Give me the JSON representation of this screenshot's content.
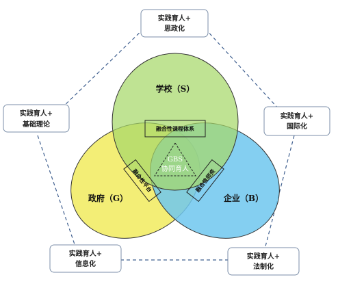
{
  "nodes": {
    "top": {
      "line1": "实践育人+",
      "line2": "思政化"
    },
    "left": {
      "line1": "实践育人+",
      "line2": "基础理论"
    },
    "right": {
      "line1": "实践育人+",
      "line2": "国际化"
    },
    "bottom_left": {
      "line1": "实践育人+",
      "line2": "信息化"
    },
    "bottom_right": {
      "line1": "实践育人+",
      "line2": "法制化"
    }
  },
  "sets": {
    "school": {
      "label": "学校（S）",
      "color": "#a6d86a"
    },
    "government": {
      "label": "政府（G）",
      "color": "#f1ec63"
    },
    "enterprise": {
      "label": "企业（B）",
      "color": "#6ec7ef"
    }
  },
  "inner": {
    "top_box": "融合性课程体系",
    "left_box": "融合性平台",
    "right_box": "融合性师资",
    "center_line1": "GBS",
    "center_line2": "协同育人"
  }
}
